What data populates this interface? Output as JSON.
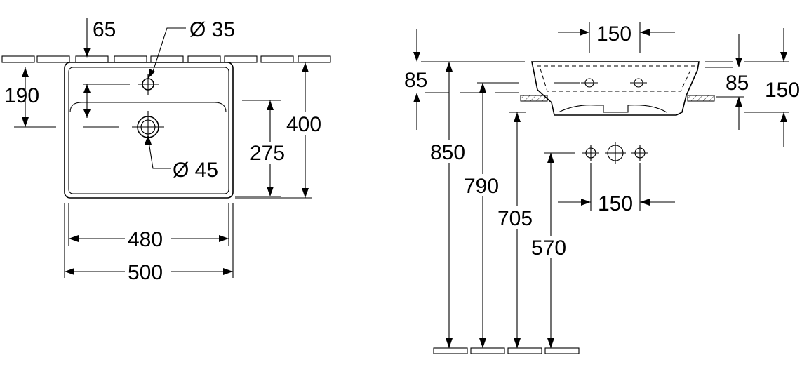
{
  "top_view": {
    "tap_hole_offset": "65",
    "tap_hole_diameter": "Ø 35",
    "tap_hole_depth": "190",
    "waste_diameter": "Ø 45",
    "waste_offset": "275",
    "depth": "400",
    "inner_width": "480",
    "width": "500"
  },
  "side_view": {
    "rim_thickness": "85",
    "tap_spacing": "150",
    "underside_height": "85",
    "total_height": "150",
    "rim_height": "850",
    "fixing_height": "790",
    "waste_height": "705",
    "supply_height": "570",
    "supply_spacing": "150"
  },
  "colors": {
    "line": "#000000",
    "background": "#ffffff"
  }
}
